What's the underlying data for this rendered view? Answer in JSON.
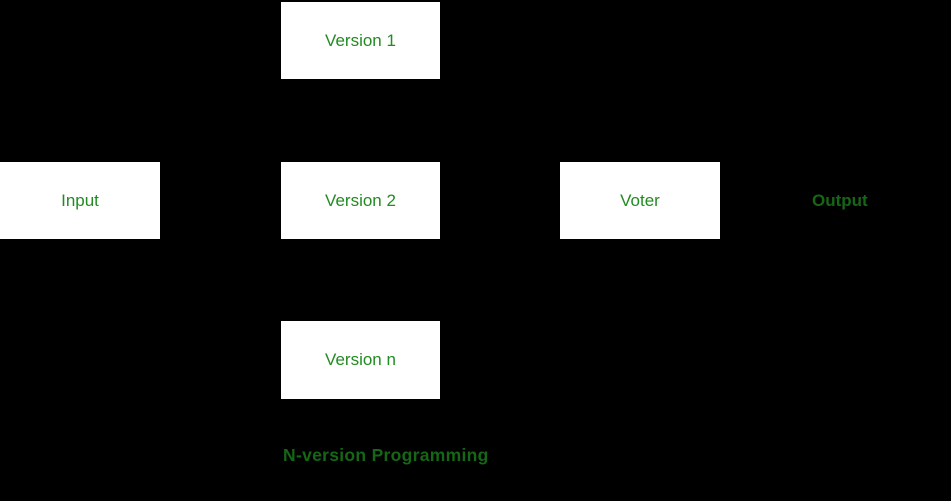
{
  "diagram": {
    "caption": "N-version Programming",
    "nodes": {
      "input": "Input",
      "version1": "Version 1",
      "version2": "Version 2",
      "versionN": "Version n",
      "voter": "Voter",
      "output": "Output"
    },
    "colors": {
      "background": "#000000",
      "box_fill": "#FFFFFF",
      "box_label_green": "#228B22",
      "emphasis_green": "#156715"
    }
  }
}
